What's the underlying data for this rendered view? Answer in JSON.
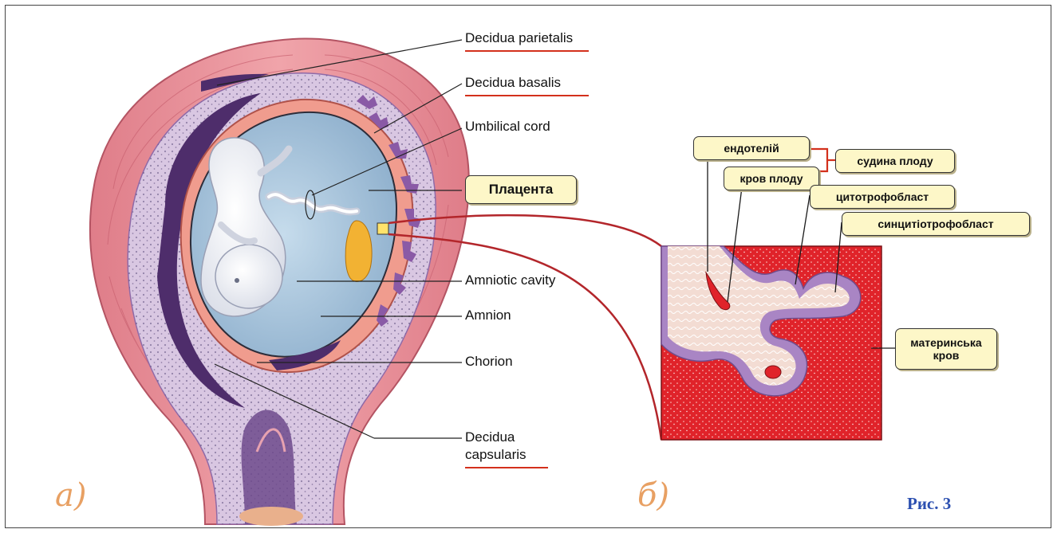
{
  "panel_a": {
    "tag": "а)",
    "labels": {
      "decidua_parietalis": "Decidua parietalis",
      "decidua_basalis": "Decidua basalis",
      "umbilical_cord": "Umbilical cord",
      "placenta": "Плацента",
      "amniotic_cavity": "Amniotic cavity",
      "amnion": "Amnion",
      "chorion": "Chorion",
      "decidua_capsularis_1": "Decidua",
      "decidua_capsularis_2": "capsularis"
    }
  },
  "panel_b": {
    "tag": "б)",
    "labels": {
      "endothelium": "ендотелій",
      "fetal_blood": "кров плоду",
      "fetal_vessel": "судина плоду",
      "cytotrophoblast": "цитотрофобласт",
      "syncytiotrophoblast": "синцитіотрофобласт",
      "maternal_blood_1": "материнська",
      "maternal_blood_2": "кров"
    }
  },
  "figure_caption": "Рис. 3",
  "colors": {
    "uterus_wall": "#e68b95",
    "amniotic_fluid": "#a9c6df",
    "maternal_blood": "#e0232a",
    "trophoblast": "#a985c4",
    "villus_core": "#f0d8cf",
    "label_box": "#fdf7c8",
    "underline": "#d3301c",
    "connector_red": "#b3262b"
  }
}
